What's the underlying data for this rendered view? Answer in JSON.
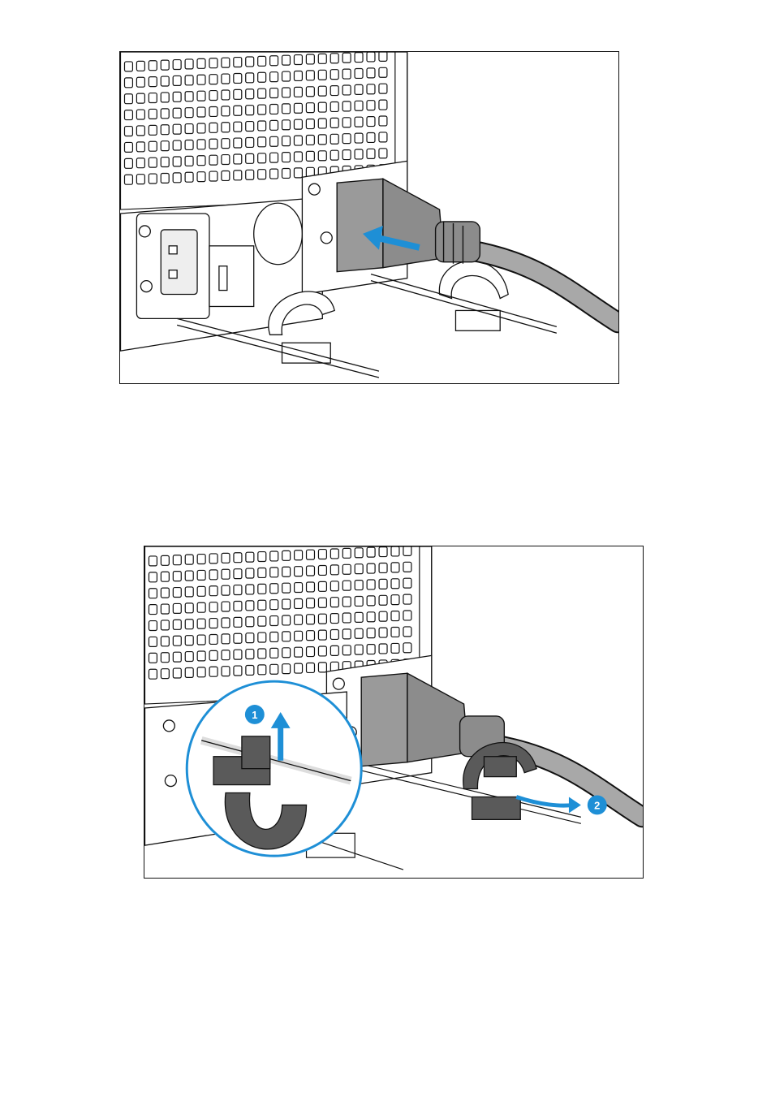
{
  "figures": [
    {
      "id": "connect-power-cord",
      "description_visible": false,
      "arrow_color": "#1e8fd6",
      "step_markers": []
    },
    {
      "id": "secure-cord-clip",
      "arrow_color": "#1e8fd6",
      "step_markers": [
        {
          "label": "1"
        },
        {
          "label": "2"
        }
      ]
    }
  ],
  "colors": {
    "outline": "#111111",
    "plug_gray": "#9a9a9a",
    "clip_dark": "#5a5a5a",
    "cable_gray": "#a8a8a8",
    "accent_blue": "#1e8fd6"
  }
}
